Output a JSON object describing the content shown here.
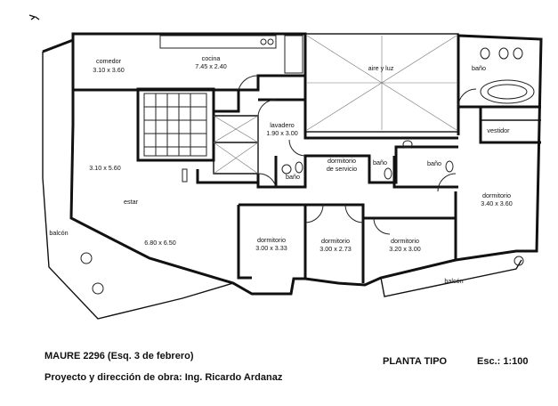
{
  "rooms": {
    "comedor": {
      "name": "comedor",
      "dims": "3.10 x 3.60"
    },
    "cocina": {
      "name": "cocina",
      "dims": "7.45 x 2.40"
    },
    "aire": {
      "name": "aire y luz"
    },
    "bano_top": {
      "name": "baño"
    },
    "vestidor": {
      "name": "vestidor"
    },
    "lavadero": {
      "name": "lavadero",
      "dims": "1.90 x 3.00"
    },
    "bano_small1": {
      "name": "baño"
    },
    "dorm_servicio": {
      "name": "dormitorio",
      "sub": "de servicio"
    },
    "bano_small2": {
      "name": "baño"
    },
    "bano_mid": {
      "name": "baño"
    },
    "living_dims": {
      "dims": "3.10 x 5.60"
    },
    "estar": {
      "name": "estar",
      "dims": "6.80 x 6.50"
    },
    "balcon_left": {
      "name": "balcón"
    },
    "dorm_ppal": {
      "name": "dormitorio",
      "dims": "3.40 x 3.60"
    },
    "dorm1": {
      "name": "dormitorio",
      "dims": "3.00 x 3.33"
    },
    "dorm2": {
      "name": "dormitorio",
      "dims": "3.00 x 2.73"
    },
    "dorm3": {
      "name": "dormitorio",
      "dims": "3.20 x 3.00"
    },
    "balcon_right": {
      "name": "balcón"
    }
  },
  "caption": {
    "address": "MAURE 2296 (Esq. 3 de febrero)",
    "title": "PLANTA TIPO",
    "scale": "Esc.: 1:100",
    "credit": "Proyecto y dirección de obra: Ing. Ricardo Ardanaz"
  }
}
